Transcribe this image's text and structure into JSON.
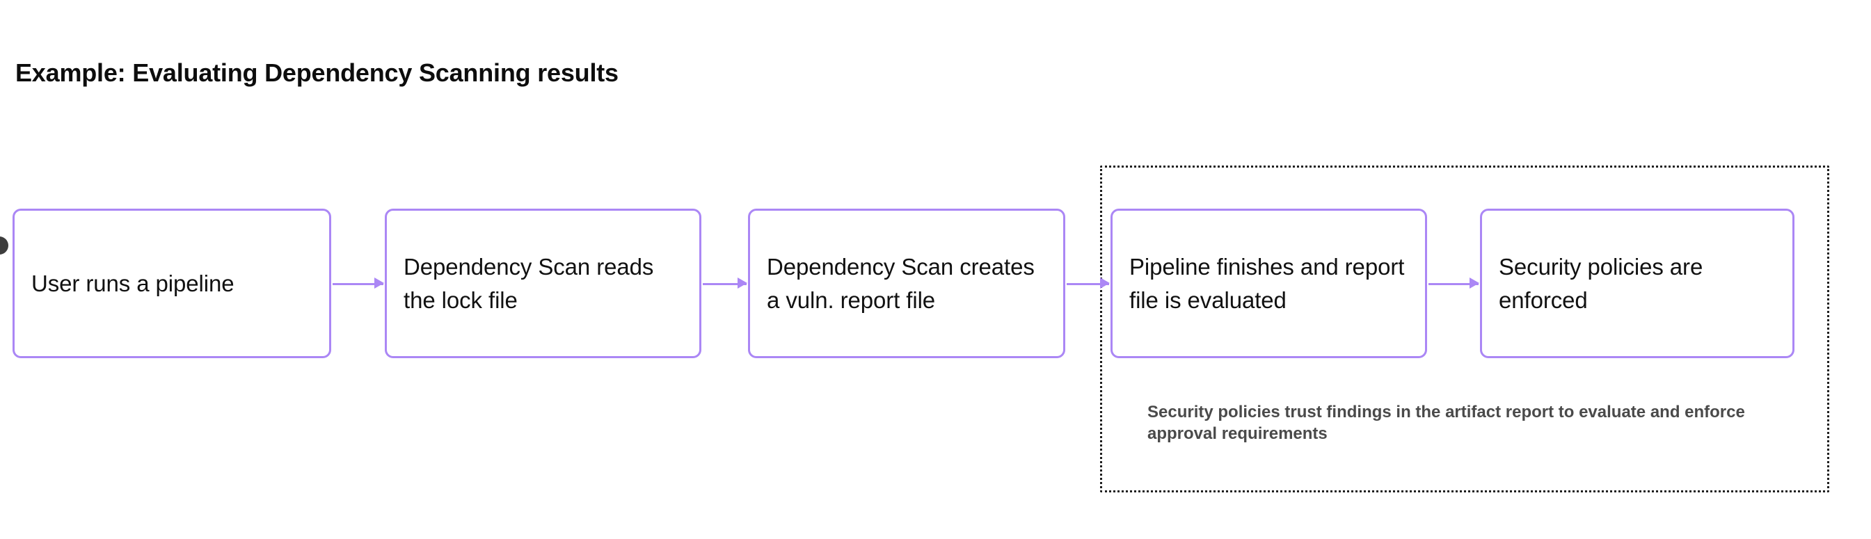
{
  "diagram": {
    "title": "Example: Evaluating Dependency Scanning results",
    "type": "flowchart",
    "orientation": "left-to-right",
    "colors": {
      "node_border": "#ab87f5",
      "node_background": "#ffffff",
      "connector": "#ab87f5",
      "group_border": "#1f1f1f",
      "title_text": "#0d0d0d",
      "node_text": "#111111",
      "caption_text": "#4a4a4a",
      "start_marker": "#3d3d3d"
    },
    "nodes": [
      {
        "id": "node-1",
        "label": "User runs a pipeline"
      },
      {
        "id": "node-2",
        "label": "Dependency Scan reads the lock file"
      },
      {
        "id": "node-3",
        "label": "Dependency Scan creates a vuln. report file"
      },
      {
        "id": "node-4",
        "label": "Pipeline finishes and report file is evaluated"
      },
      {
        "id": "node-5",
        "label": "Security policies are enforced"
      }
    ],
    "connectors": [
      {
        "id": "connector-1-2",
        "from": "node-1",
        "to": "node-2",
        "style": "arrow"
      },
      {
        "id": "connector-2-3",
        "from": "node-2",
        "to": "node-3",
        "style": "arrow"
      },
      {
        "id": "connector-3-4",
        "from": "node-3",
        "to": "node-4",
        "style": "arrow"
      },
      {
        "id": "connector-4-5",
        "from": "node-4",
        "to": "node-5",
        "style": "arrow"
      }
    ],
    "group": {
      "id": "group-policy",
      "border_style": "dotted",
      "contains": [
        "node-4",
        "node-5"
      ],
      "caption": "Security policies trust findings in the artifact report to evaluate and enforce approval requirements"
    }
  }
}
